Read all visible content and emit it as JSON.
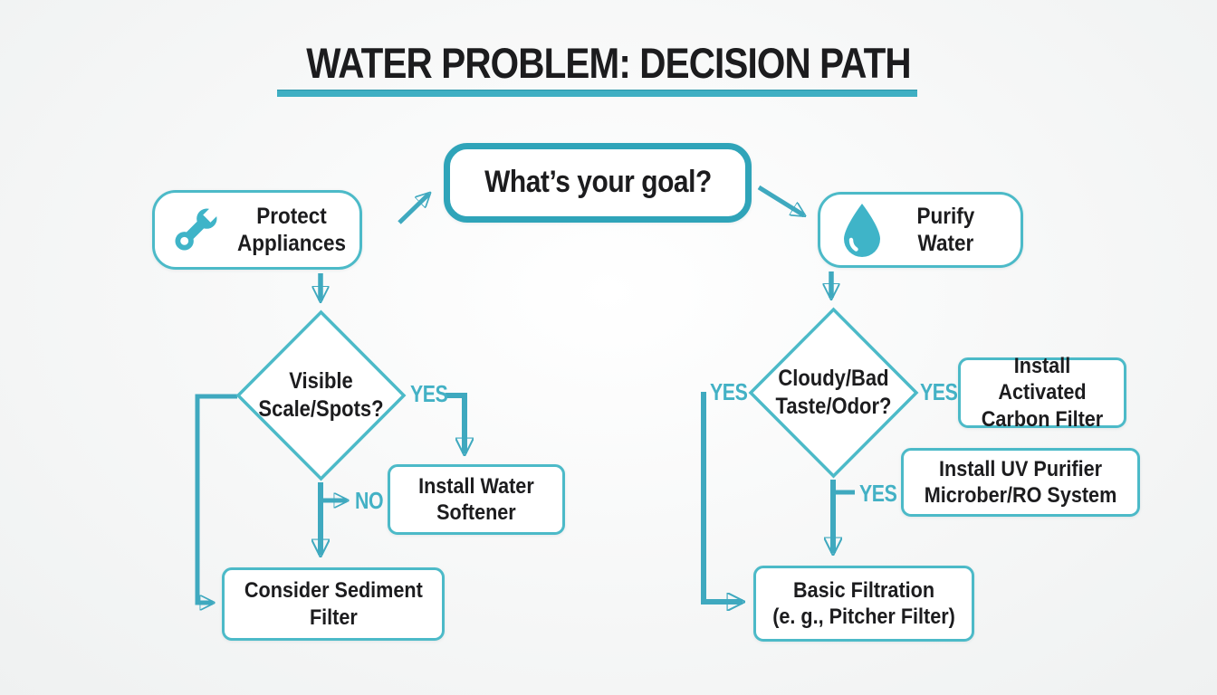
{
  "title": "WATER PROBLEM: DECISION PATH",
  "root": {
    "question": "What’s your goal?"
  },
  "left_branch": {
    "entry": {
      "icon": "wrench-icon",
      "lines": [
        "Protect",
        "Appliances"
      ]
    },
    "decision": {
      "lines": [
        "Visible",
        "Scale/Spots?"
      ]
    },
    "labels": {
      "yes": "YES",
      "no": "NO"
    },
    "yes_result": {
      "lines": [
        "Install Water",
        "Softener"
      ]
    },
    "no_result": {
      "lines": [
        "Consider Sediment",
        "Filter"
      ]
    }
  },
  "right_branch": {
    "entry": {
      "icon": "drop-icon",
      "lines": [
        "Purify",
        "Water"
      ]
    },
    "decision": {
      "lines": [
        "Cloudy/Bad",
        "Taste/Odor?"
      ]
    },
    "labels": {
      "yes_right": "YES",
      "yes_left": "YES",
      "yes_bottom": "YES"
    },
    "carbon_result": {
      "lines": [
        "Install Activated",
        "Carbon Filter"
      ]
    },
    "uv_result": {
      "lines": [
        "Install UV Purifier",
        "Microber/RO System"
      ]
    },
    "basic_result": {
      "lines": [
        "Basic Filtration",
        "(e. g., Pitcher Filter)"
      ]
    }
  },
  "colors": {
    "accent_teal": "#3fa9bf",
    "border_teal": "#4cbac8",
    "goal_border_teal": "#2fa4b9",
    "label_teal": "#43b1c5",
    "icon_teal": "#3fb4c8",
    "text_dark": "#1c1c1e",
    "background": "#f6f7f7"
  }
}
